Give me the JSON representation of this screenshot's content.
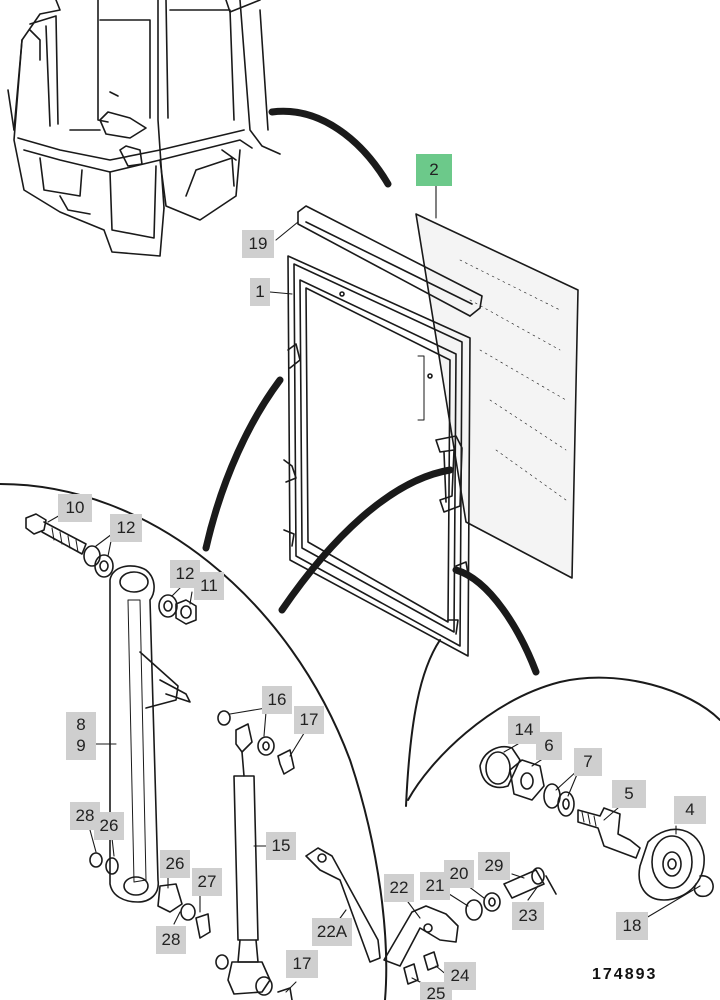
{
  "callouts": [
    {
      "id": "c2",
      "text": "2",
      "highlight": true
    },
    {
      "id": "c19",
      "text": "19"
    },
    {
      "id": "c1",
      "text": "1"
    },
    {
      "id": "c10",
      "text": "10"
    },
    {
      "id": "c12a",
      "text": "12"
    },
    {
      "id": "c12b",
      "text": "12"
    },
    {
      "id": "c11",
      "text": "11"
    },
    {
      "id": "c8",
      "text": "8"
    },
    {
      "id": "c9",
      "text": "9"
    },
    {
      "id": "c16",
      "text": "16"
    },
    {
      "id": "c17a",
      "text": "17"
    },
    {
      "id": "c28a",
      "text": "28"
    },
    {
      "id": "c26a",
      "text": "26"
    },
    {
      "id": "c26b",
      "text": "26"
    },
    {
      "id": "c27",
      "text": "27"
    },
    {
      "id": "c28b",
      "text": "28"
    },
    {
      "id": "c15",
      "text": "15"
    },
    {
      "id": "c22a",
      "text": "22A"
    },
    {
      "id": "c17b",
      "text": "17"
    },
    {
      "id": "c22",
      "text": "22"
    },
    {
      "id": "c21",
      "text": "21"
    },
    {
      "id": "c20",
      "text": "20"
    },
    {
      "id": "c29",
      "text": "29"
    },
    {
      "id": "c23",
      "text": "23"
    },
    {
      "id": "c24",
      "text": "24"
    },
    {
      "id": "c25",
      "text": "25"
    },
    {
      "id": "c14",
      "text": "14"
    },
    {
      "id": "c6",
      "text": "6"
    },
    {
      "id": "c7",
      "text": "7"
    },
    {
      "id": "c5",
      "text": "5"
    },
    {
      "id": "c4",
      "text": "4"
    },
    {
      "id": "c18",
      "text": "18"
    }
  ],
  "reference_number": "174893",
  "colors": {
    "highlight": "#6cc98a",
    "callout_bg": "#cfcfcf",
    "ink": "#1a1a1a"
  }
}
